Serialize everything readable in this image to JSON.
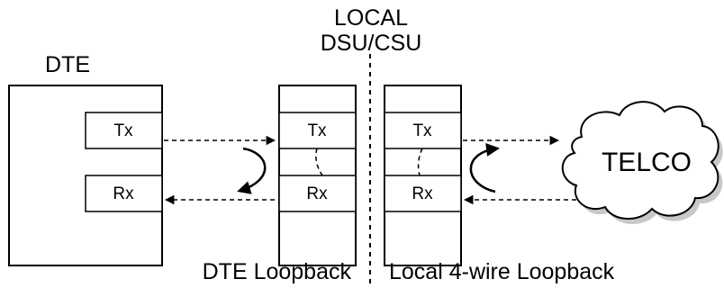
{
  "labels": {
    "dte": "DTE",
    "local_line1": "LOCAL",
    "local_line2": "DSU/CSU",
    "telco": "TELCO",
    "dte_loopback": "DTE Loopback",
    "local_4wire_loopback": "Local 4-wire Loopback"
  },
  "signals": {
    "tx": "Tx",
    "rx": "Rx"
  }
}
